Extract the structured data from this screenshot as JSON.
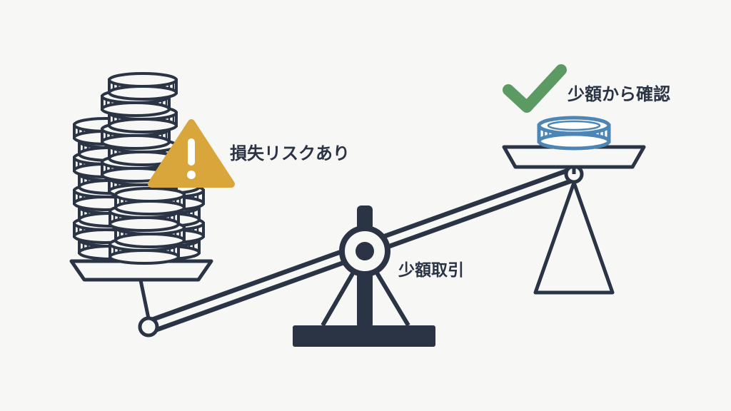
{
  "labels": {
    "risk": "損失リスクあり",
    "small_trade": "少額取引",
    "confirm": "少額から確認"
  },
  "icons": {
    "warning": "warning-triangle-icon",
    "check": "check-mark-icon"
  },
  "colors": {
    "background": "#f7f7f5",
    "ink": "#2a3445",
    "coin_blue": "#4d86b5",
    "warning": "#d9a63c",
    "check": "#5c9a63"
  }
}
